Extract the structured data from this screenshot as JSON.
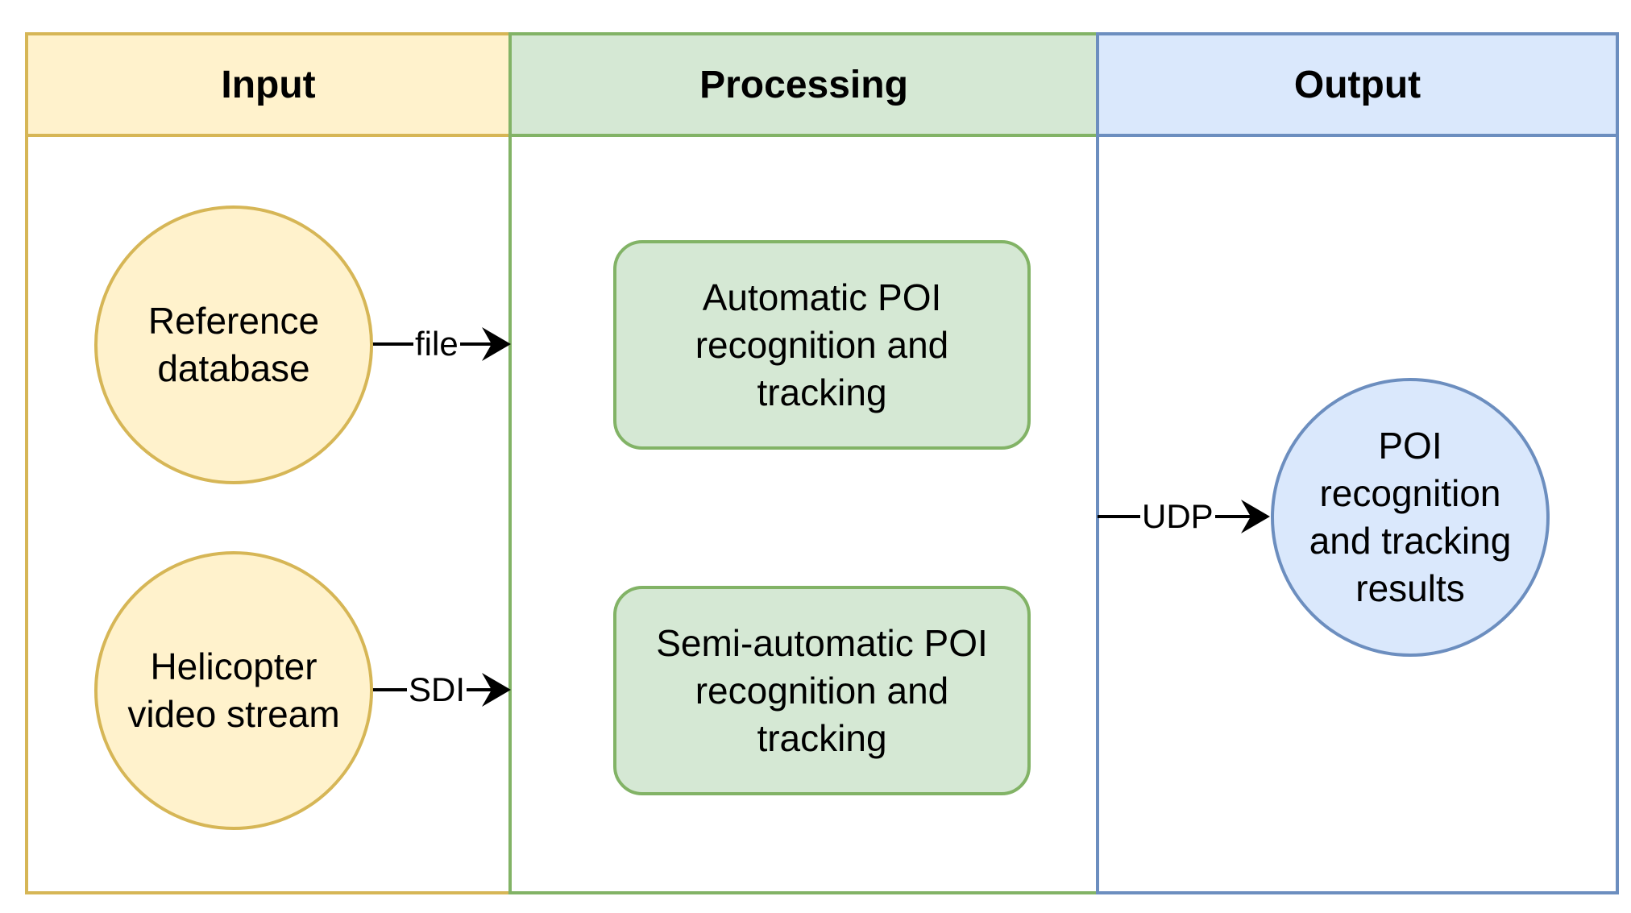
{
  "lanes": {
    "input": {
      "title": "Input"
    },
    "processing": {
      "title": "Processing"
    },
    "output": {
      "title": "Output"
    }
  },
  "nodes": {
    "reference_database": "Reference\ndatabase",
    "helicopter_video": "Helicopter\nvideo stream",
    "automatic_poi": "Automatic POI\nrecognition and\ntracking",
    "semi_automatic_poi": "Semi-automatic POI\nrecognition and\ntracking",
    "poi_results": "POI\nrecognition\nand tracking\nresults"
  },
  "edges": {
    "file_label": "file",
    "sdi_label": "SDI",
    "udp_label": "UDP"
  },
  "colors": {
    "input_fill": "#fff2cc",
    "input_stroke": "#d6b656",
    "processing_fill": "#d5e8d4",
    "processing_stroke": "#82b366",
    "output_fill": "#dae8fc",
    "output_stroke": "#6c8ebf"
  }
}
